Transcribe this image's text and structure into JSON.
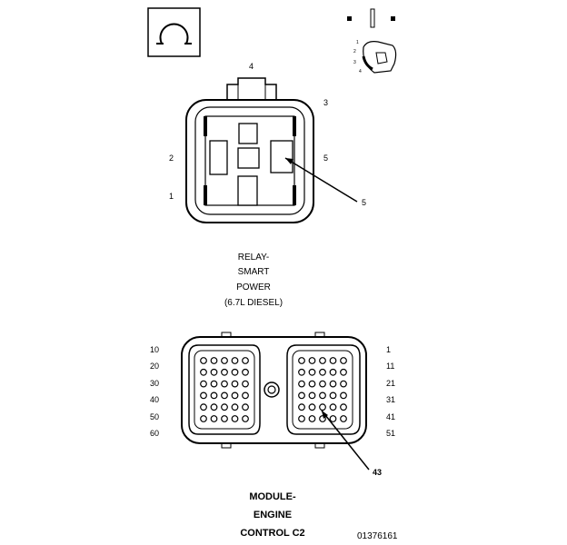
{
  "relay": {
    "pins": [
      "4",
      "3",
      "2",
      "5",
      "1"
    ],
    "callout": "5",
    "caption": [
      "RELAY-",
      "SMART",
      "POWER",
      "(6.7L DIESEL)"
    ]
  },
  "module": {
    "left_labels": [
      "10",
      "20",
      "30",
      "40",
      "50",
      "60"
    ],
    "right_labels": [
      "1",
      "11",
      "21",
      "31",
      "41",
      "51"
    ],
    "callout": "43",
    "caption": [
      "MODULE-",
      "ENGINE",
      "CONTROL C2"
    ]
  },
  "figure_id": "01376161"
}
